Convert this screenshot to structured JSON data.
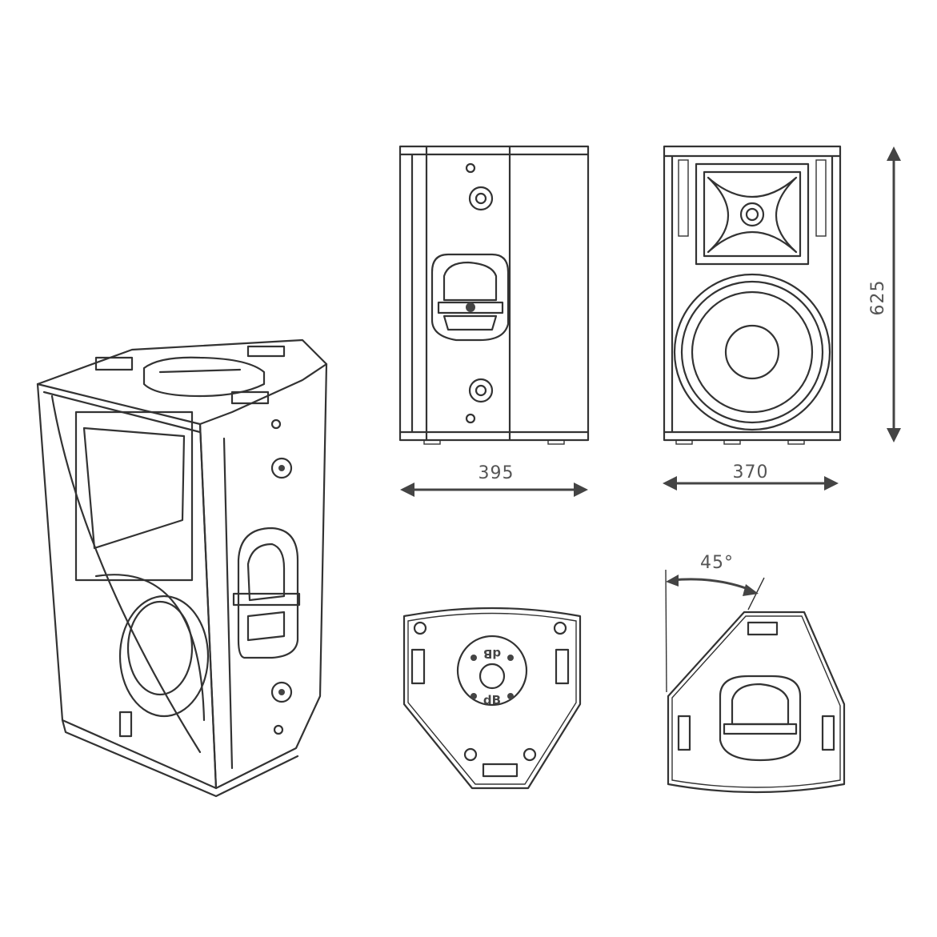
{
  "dimensions": {
    "depth": "395",
    "width": "370",
    "height": "625",
    "angle": "45°"
  },
  "logo": {
    "top": "dB",
    "bottom": "dB"
  },
  "colors": {
    "line": "#333333",
    "dimension": "#444444",
    "label": "#555555"
  }
}
